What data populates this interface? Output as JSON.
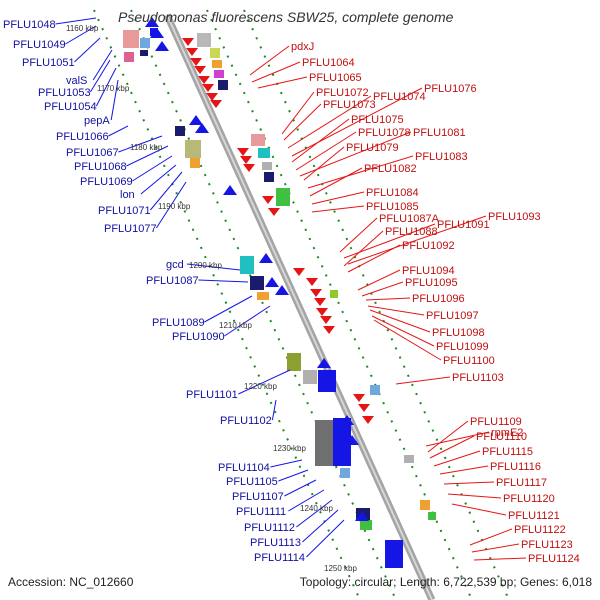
{
  "title": "Pseudomonas fluorescens SBW25, complete genome",
  "footer": {
    "accession": "Accession: NC_012660",
    "topology": "Topology: circular; Length: 6,722,539 bp; Genes: 6,018"
  },
  "colors": {
    "forward_strand": "#1515e6",
    "reverse_strand": "#e61515",
    "backbone": "#a0a0a0",
    "tick_marks": "#1e8a1e",
    "scale_text": "#333333"
  },
  "scale_labels": [
    "1160 kbp",
    "1170 kbp",
    "1180 kbp",
    "1190 kbp",
    "1200 kbp",
    "1210 kbp",
    "1220 kbp",
    "1230 kbp",
    "1240 kbp",
    "1250 kbp"
  ],
  "left_labels": [
    "PFLU1048",
    "PFLU1049",
    "PFLU1051",
    "valS",
    "PFLU1053",
    "PFLU1054",
    "pepA",
    "PFLU1066",
    "PFLU1067",
    "PFLU1068",
    "PFLU1069",
    "lon",
    "PFLU1071",
    "PFLU1077",
    "gcd",
    "PFLU1087",
    "PFLU1089",
    "PFLU1090",
    "PFLU1101",
    "PFLU1102",
    "PFLU1104",
    "PFLU1105",
    "PFLU1107",
    "PFLU1111",
    "PFLU1112",
    "PFLU1113",
    "PFLU1114"
  ],
  "right_labels": [
    "pdxJ",
    "PFLU1064",
    "PFLU1065",
    "PFLU1072",
    "PFLU1073",
    "PFLU1074",
    "PFLU1076",
    "PFLU1075",
    "PFLU1078",
    "PFLU1081",
    "PFLU1079",
    "PFLU1083",
    "PFLU1082",
    "PFLU1084",
    "PFLU1085",
    "PFLU1087A",
    "PFLU1091",
    "PFLU1093",
    "PFLU1088",
    "PFLU1092",
    "PFLU1094",
    "PFLU1095",
    "PFLU1096",
    "PFLU1097",
    "PFLU1098",
    "PFLU1099",
    "PFLU1100",
    "PFLU1103",
    "rpmE2",
    "PFLU1109",
    "PFLU1110",
    "PFLU1115",
    "PFLU1116",
    "PFLU1117",
    "PFLU1120",
    "PFLU1121",
    "PFLU1122",
    "PFLU1123",
    "PFLU1124"
  ]
}
